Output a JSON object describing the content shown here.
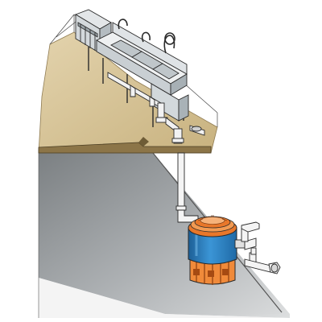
{
  "colors": {
    "background": "#ffffff",
    "floor": "#d2bf96",
    "floor_shadow": "#b8a47a",
    "floor_edge": "#8f7b52",
    "wall": "#9fa3a6",
    "wall_light": "#c8cbcd",
    "basement_floor": "#e6e7e8",
    "steel": "#d7dcdf",
    "steel_dark": "#9aa3a8",
    "outline": "#2a2a2a",
    "pipe": "#f2f2f2",
    "tank_blue": "#2f86c8",
    "tank_blue_dark": "#1d5f96",
    "tank_lid": "#e8772a",
    "tank_base": "#f08a3a"
  },
  "icons": {
    "sink": "triple-compartment-sink",
    "dishwasher": "dishwasher-unit",
    "faucet": "gooseneck-faucet",
    "interceptor": "grease-interceptor-tank"
  }
}
